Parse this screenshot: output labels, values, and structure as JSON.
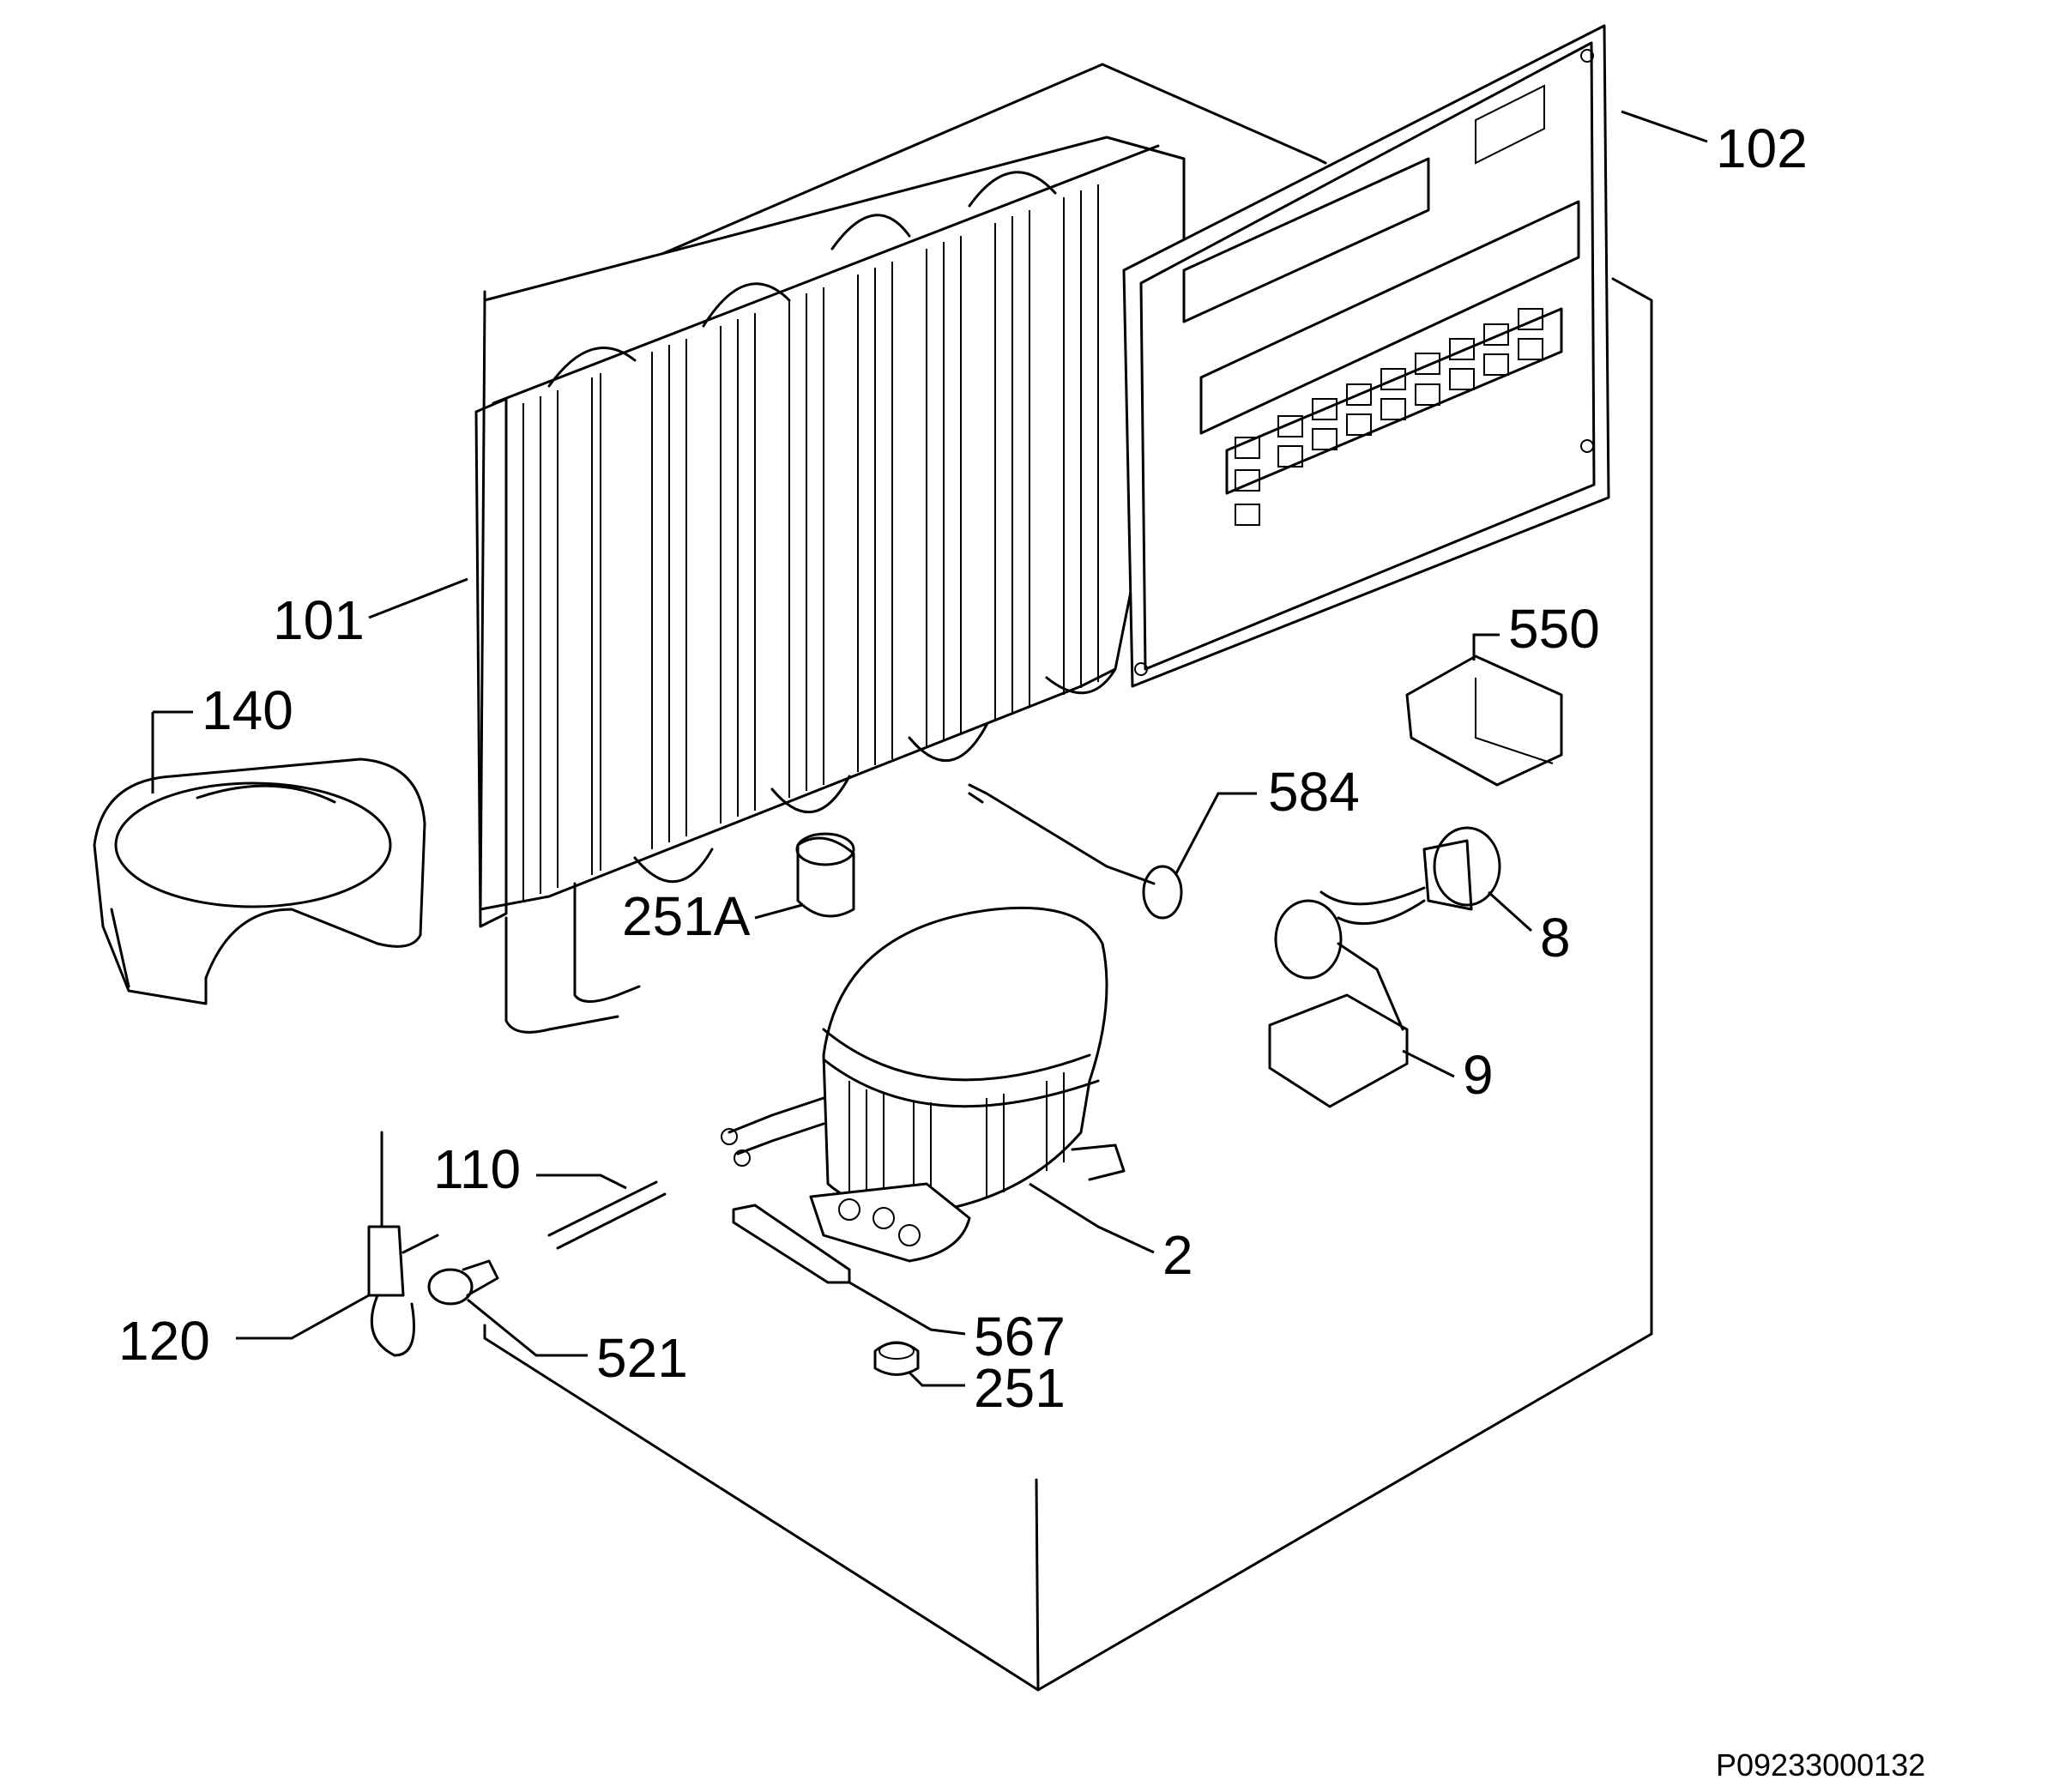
{
  "diagram": {
    "reference_code": "P09233000132",
    "callouts": [
      {
        "id": "102",
        "text": "102"
      },
      {
        "id": "101",
        "text": "101"
      },
      {
        "id": "140",
        "text": "140"
      },
      {
        "id": "550",
        "text": "550"
      },
      {
        "id": "584",
        "text": "584"
      },
      {
        "id": "251A",
        "text": "251A"
      },
      {
        "id": "8",
        "text": "8"
      },
      {
        "id": "9",
        "text": "9"
      },
      {
        "id": "110",
        "text": "110"
      },
      {
        "id": "2",
        "text": "2"
      },
      {
        "id": "120",
        "text": "120"
      },
      {
        "id": "521",
        "text": "521"
      },
      {
        "id": "567",
        "text": "567"
      },
      {
        "id": "251",
        "text": "251"
      }
    ]
  }
}
